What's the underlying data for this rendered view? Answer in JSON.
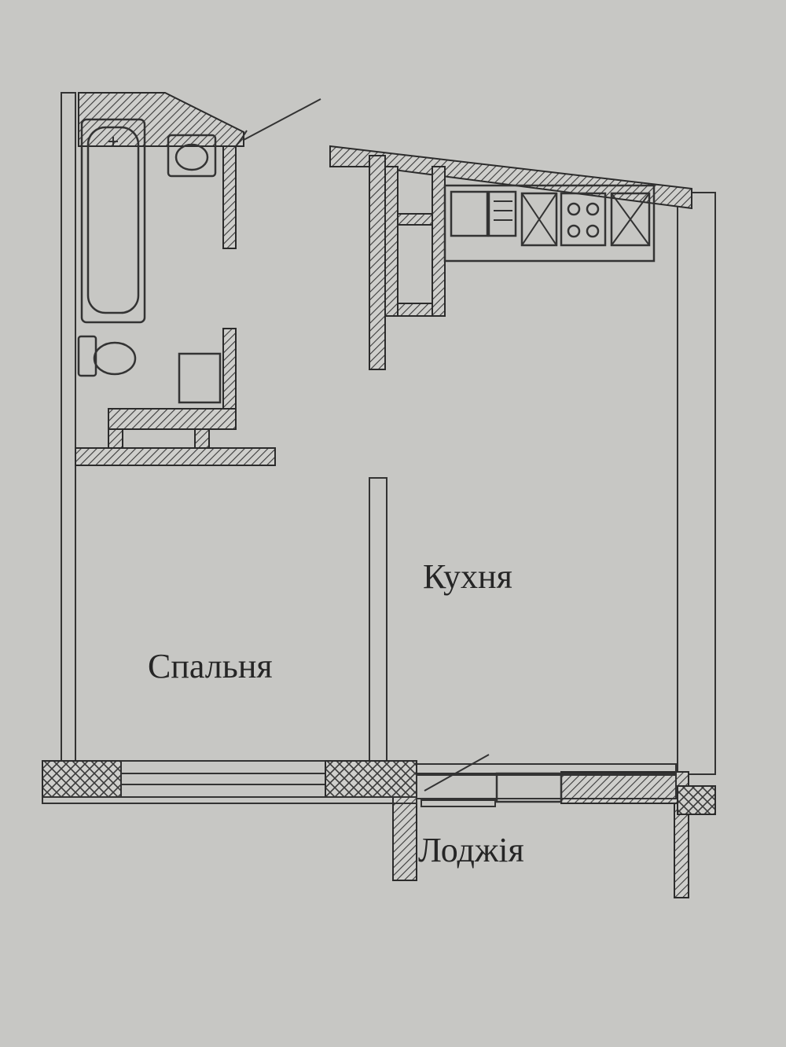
{
  "rooms": {
    "bedroom": "Спальня",
    "kitchen": "Кухня",
    "loggia": "Лоджія"
  },
  "colors": {
    "paper": "#c7c7c4",
    "ink": "#2b2b2b"
  }
}
